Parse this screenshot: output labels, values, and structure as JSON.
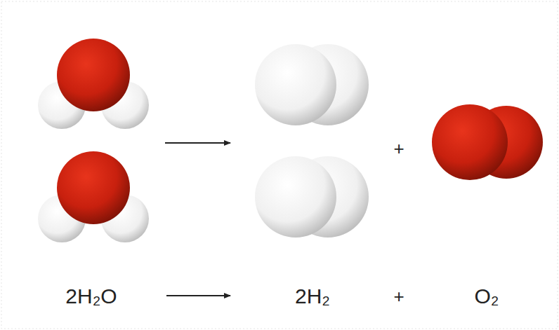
{
  "diagram": {
    "labels": [
      "+",
      "2H₂O",
      "2H₂",
      "+",
      "O₂"
    ]
  }
}
